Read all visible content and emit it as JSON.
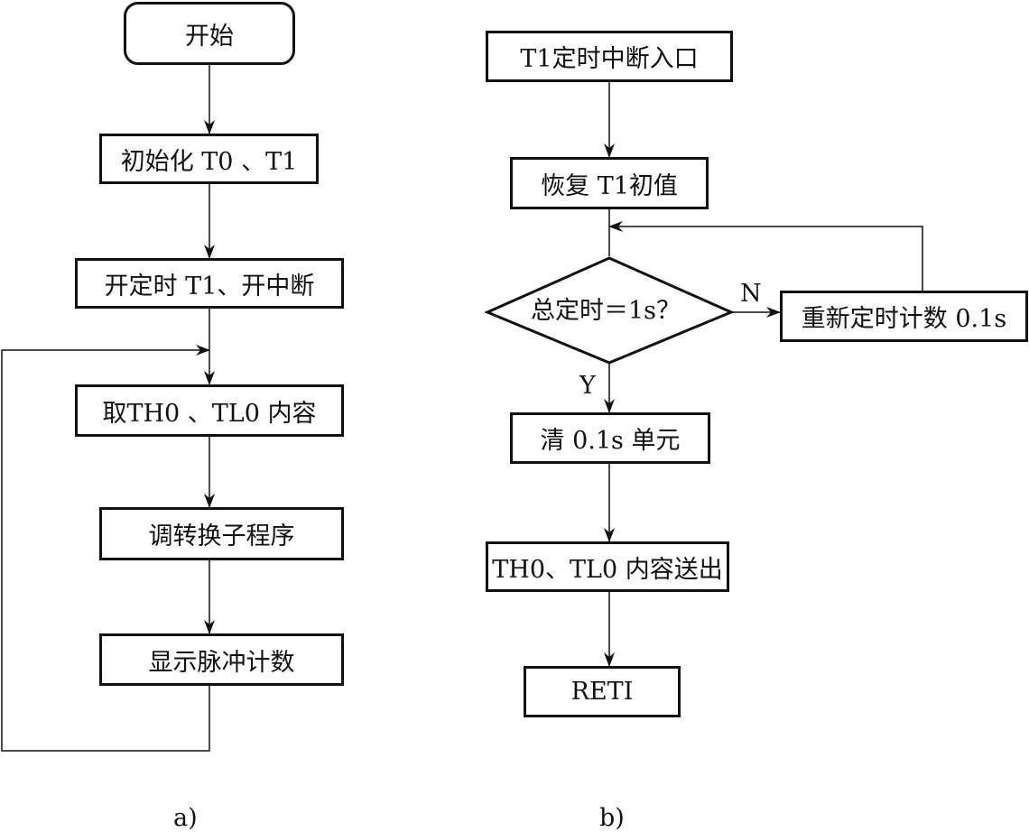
{
  "diagram_a": {
    "start": "开始",
    "init": "初始化 T0 、T1",
    "start_timer": "开定时 T1、开中断",
    "read": "取TH0 、TL0 内容",
    "convert": "调转换子程序",
    "display": "显示脉冲计数",
    "caption": "a)"
  },
  "diagram_b": {
    "entry": "T1定时中断入口",
    "restore": "恢复 T1初值",
    "decision": "总定时＝1s？",
    "retime": "重新定时计数 0.1s",
    "no_label": "N",
    "yes_label": "Y",
    "clear": "清 0.1s 单元",
    "send": "TH0、TL0 内容送出",
    "reti": "RETI",
    "caption": "b)"
  }
}
